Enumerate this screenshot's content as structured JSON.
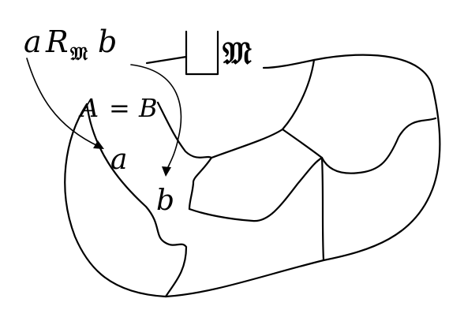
{
  "labels": {
    "relation": {
      "left": "a",
      "R": "R",
      "sub": "𝔐",
      "right": "b"
    },
    "equation": {
      "A": "A",
      "eq": "=",
      "B": "B"
    },
    "point_a": "a",
    "point_b": "b",
    "union_symbol": "𝔐"
  }
}
